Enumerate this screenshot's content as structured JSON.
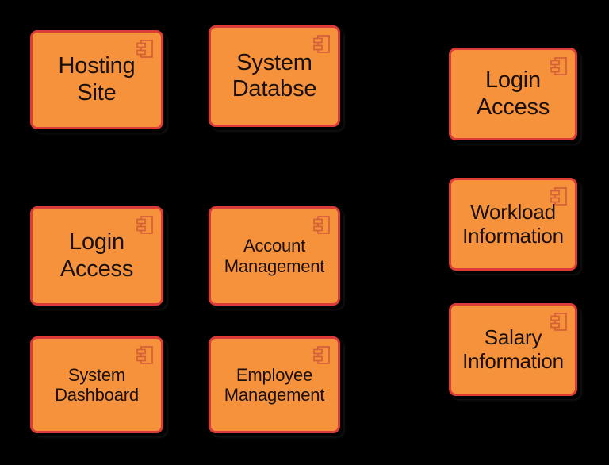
{
  "diagram": {
    "type": "uml-component-diagram",
    "background_color": "#000000",
    "component_fill_color": "#f7923c",
    "component_border_color": "#dd3b38",
    "component_text_color": "#1a1008",
    "icon_name": "uml-component-icon",
    "components": [
      {
        "id": "hosting-site",
        "label": "Hosting\nSite",
        "line1": "Hosting",
        "line2": "Site",
        "column": 1,
        "row": 1,
        "text_size": "large"
      },
      {
        "id": "system-databse",
        "label": "System\nDatabse",
        "line1": "System",
        "line2": "Databse",
        "column": 2,
        "row": 1,
        "text_size": "large"
      },
      {
        "id": "login-access-right",
        "label": "Login\nAccess",
        "line1": "Login",
        "line2": "Access",
        "column": 3,
        "row": 1,
        "text_size": "large"
      },
      {
        "id": "login-access-left",
        "label": "Login\nAccess",
        "line1": "Login",
        "line2": "Access",
        "column": 1,
        "row": 2,
        "text_size": "large"
      },
      {
        "id": "account-management",
        "label": "Account\nManagement",
        "line1": "Account",
        "line2": "Management",
        "column": 2,
        "row": 2,
        "text_size": "small"
      },
      {
        "id": "workload-information",
        "label": "Workload\nInformation",
        "line1": "Workload",
        "line2": "Information",
        "column": 3,
        "row": 2,
        "text_size": "medium"
      },
      {
        "id": "system-dashboard",
        "label": "System\nDashboard",
        "line1": "System",
        "line2": "Dashboard",
        "column": 1,
        "row": 3,
        "text_size": "small"
      },
      {
        "id": "employee-management",
        "label": "Employee\nManagement",
        "line1": "Employee",
        "line2": "Management",
        "column": 2,
        "row": 3,
        "text_size": "small"
      },
      {
        "id": "salary-information",
        "label": "Salary\nInformation",
        "line1": "Salary",
        "line2": "Information",
        "column": 3,
        "row": 3,
        "text_size": "medium"
      }
    ]
  }
}
